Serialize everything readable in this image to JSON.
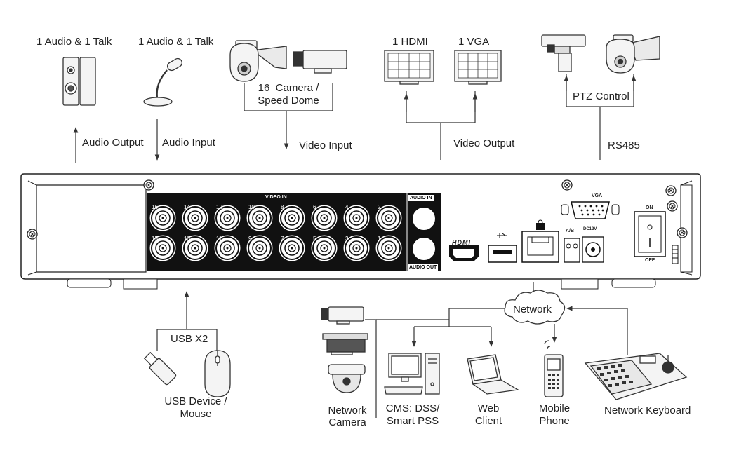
{
  "labels": {
    "audio_output_device": "1 Audio  & 1 Talk",
    "audio_input_device": "1 Audio & 1 Talk",
    "camera": "16  Camera /\nSpeed Dome",
    "hdmi_out": "1 HDMI",
    "vga_out": "1 VGA",
    "ptz_control": "PTZ Control",
    "audio_output": "Audio  Output",
    "audio_input": "Audio  Input",
    "video_input": "Video Input",
    "video_output": "Video Output",
    "rs485": "RS485",
    "usb_x2": "USB X2",
    "usb_device_mouse": "USB Device /\nMouse",
    "network": "Network",
    "network_camera": "Network\nCamera",
    "cms": "CMS: DSS/\nSmart PSS",
    "web_client": "Web\nClient",
    "mobile_phone": "Mobile\nPhone",
    "network_keyboard": "Network Keyboard"
  },
  "panel": {
    "video_in": "VIDEO IN",
    "audio_in": "AUDIO IN",
    "audio_out": "AUDIO OUT",
    "hdmi": "HDMI",
    "vga": "VGA",
    "ab": "A/B",
    "dc12v": "DC12V",
    "on": "ON",
    "off": "OFF",
    "top_ports": [
      "16",
      "14",
      "12",
      "10",
      "8",
      "6",
      "4",
      "2"
    ],
    "bottom_ports": [
      "15",
      "13",
      "11",
      "9",
      "7",
      "5",
      "3",
      "1"
    ]
  },
  "icons": {
    "speakers": "speaker-pair-icon",
    "microphone": "microphone-icon",
    "speed_dome": "speed-dome-camera-icon",
    "box_camera": "box-camera-icon",
    "monitor": "monitor-icon",
    "ptz": "ptz-camera-icon",
    "cloud": "network-cloud-icon",
    "usb_stick": "usb-stick-icon",
    "mouse": "mouse-icon",
    "pc": "desktop-pc-icon",
    "laptop": "laptop-icon",
    "phone": "mobile-phone-icon",
    "keyboard": "network-keyboard-icon"
  },
  "colors": {
    "line": "#333333",
    "panel_dark": "#111111",
    "device_fill": "#f4f4f4"
  }
}
